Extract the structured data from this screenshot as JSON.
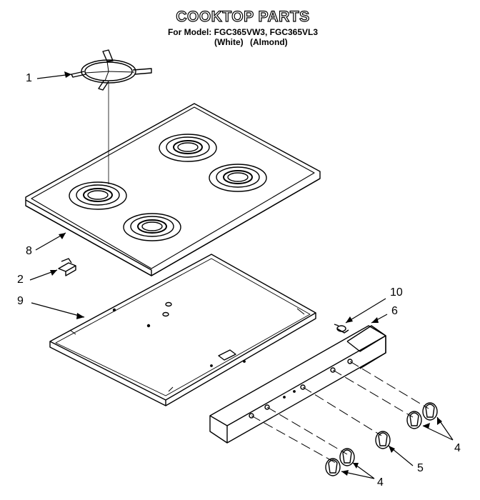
{
  "header": {
    "title": "COOKTOP PARTS",
    "model_line": "For Model: FGC365VW3, FGC365VL3",
    "colors_line": "(White)   (Almond)"
  },
  "callouts": {
    "c1": "1",
    "c2": "2",
    "c8": "8",
    "c9": "9",
    "c10": "10",
    "c6": "6",
    "c4a": "4",
    "c4b": "4",
    "c5": "5"
  }
}
